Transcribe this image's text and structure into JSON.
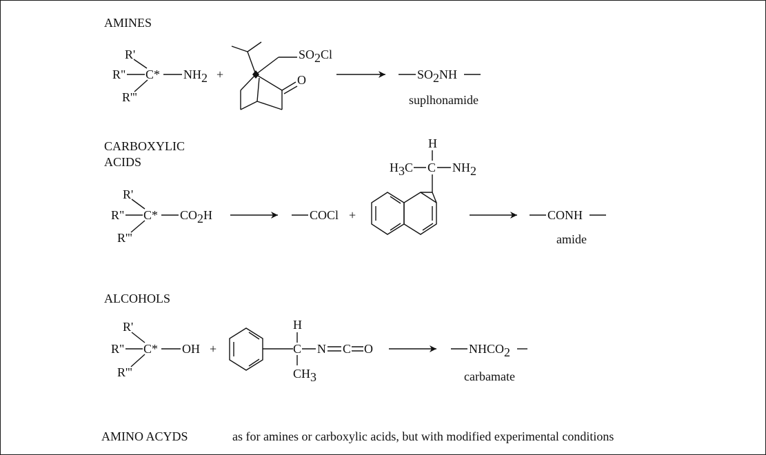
{
  "sections": {
    "amines": {
      "heading": "AMINES",
      "r1": "R'",
      "r2": "R\"",
      "r3": "R'''",
      "center": "C*",
      "group": "NH",
      "group_sub": "2",
      "plus": "+",
      "reagent_so2": "SO",
      "reagent_so2_sub": "2",
      "reagent_cl": "Cl",
      "reagent_o": "O",
      "product_left": "SO",
      "product_sub": "2",
      "product_right": "NH",
      "product_name": "suplhonamide"
    },
    "carboxylic_acids": {
      "heading_line1": "CARBOXYLIC",
      "heading_line2": "ACIDS",
      "r1": "R'",
      "r2": "R\"",
      "r3": "R'''",
      "center": "C*",
      "group": "CO",
      "group_sub": "2",
      "group_tail": "H",
      "intermediate": "COCl",
      "plus": "+",
      "reagent_h": "H",
      "reagent_h3c": "H",
      "reagent_h3c_sub": "3",
      "reagent_c_left": "C",
      "reagent_c": "C",
      "reagent_nh2": "NH",
      "reagent_nh2_sub": "2",
      "product": "CONH",
      "product_name": "amide"
    },
    "alcohols": {
      "heading": "ALCOHOLS",
      "r1": "R'",
      "r2": "R\"",
      "r3": "R'''",
      "center": "C*",
      "group": "OH",
      "plus": "+",
      "reagent_h": "H",
      "reagent_c": "C",
      "reagent_n": "N",
      "reagent_c2": "C",
      "reagent_o": "O",
      "reagent_ch3": "CH",
      "reagent_ch3_sub": "3",
      "product": "NHCO",
      "product_sub": "2",
      "product_name": "carbamate"
    },
    "amino_acids": {
      "heading": "AMINO ACYDS",
      "note": "as for amines or carboxylic acids, but with modified experimental conditions"
    }
  }
}
